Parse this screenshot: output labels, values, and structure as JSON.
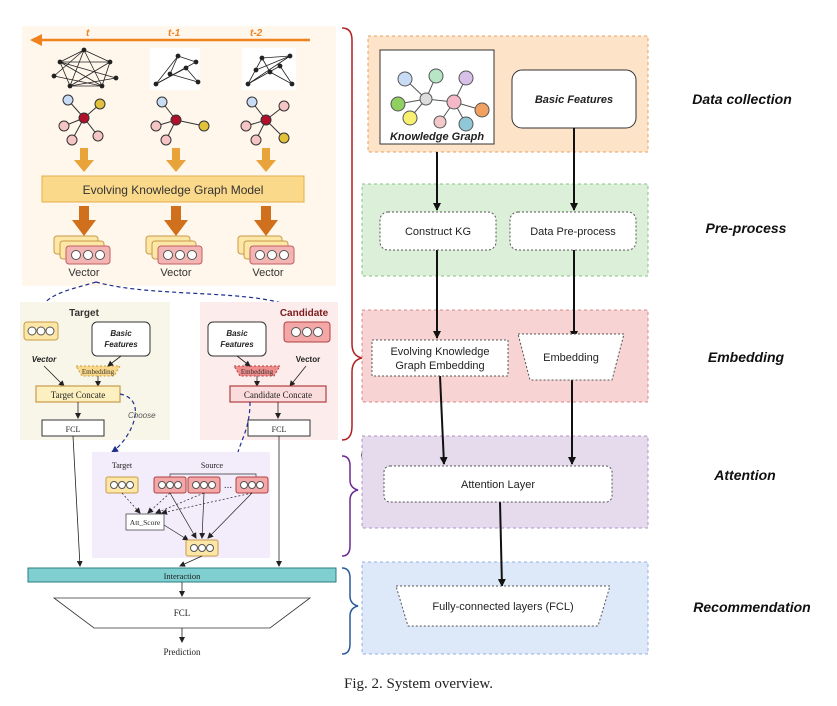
{
  "left_panel": {
    "time_labels": [
      "t",
      "t-1",
      "t-2"
    ],
    "model_label": "Evolving Knowledge Graph Model",
    "vector_label": "Vector",
    "target": {
      "title": "Target",
      "vector_label": "Vector",
      "basic_features": [
        "Basic",
        "Features"
      ],
      "embedding_label": "Embedding",
      "concat_label": "Target Concate",
      "fcl_label": "FCL"
    },
    "candidate": {
      "title": "Candidate",
      "vector_label": "Vector",
      "basic_features": [
        "Basic",
        "Features"
      ],
      "embedding_label": "Embedding",
      "concat_label": "Candidate Concate",
      "fcl_label": "FCL"
    },
    "choose_label": "Choose",
    "attention_box": {
      "target_label": "Target",
      "source_label": "Source",
      "ellipsis": "...",
      "score_label": "Att_Score"
    },
    "interaction_label": "Interaction",
    "fcl_label": "FCL",
    "prediction_label": "Prediction"
  },
  "right_panel": {
    "knowledge_graph_label": "Knowledge Graph",
    "basic_features_label": "Basic Features",
    "construct_kg_label": "Construct KG",
    "data_preprocess_label": "Data Pre-process",
    "ekg_embedding_label": [
      "Evolving Knowledge",
      "Graph Embedding"
    ],
    "embedding_label": "Embedding",
    "attention_layer_label": "Attention Layer",
    "fcl_label": "Fully-connected layers (FCL)"
  },
  "stages": [
    "Data collection",
    "Pre-process",
    "Embedding",
    "Attention",
    "Recommendation"
  ],
  "caption": "Fig. 2.  System overview.",
  "colors": {
    "orange": "#e8a33a",
    "time_arrow": "#f0821e",
    "collection_bg": "#fde3c8",
    "preprocess_bg": "#dcefd8",
    "embedding_bg": "#f7d3d3",
    "attention_bg": "#e6daed",
    "recommendation_bg": "#dde9f8",
    "interaction": "#7fcfd0",
    "target_vec": "#fde7a6",
    "candidate_vec": "#f3a7a7"
  }
}
